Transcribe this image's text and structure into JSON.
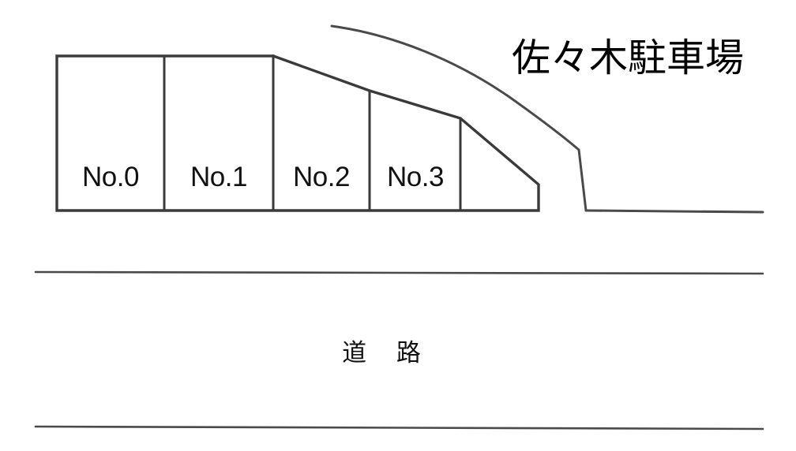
{
  "diagram": {
    "title": "佐々木駐車場",
    "road_label": "道 路",
    "stalls": [
      {
        "label": "No.0"
      },
      {
        "label": "No.1"
      },
      {
        "label": "No.2"
      },
      {
        "label": "No.3"
      },
      {
        "label": ""
      }
    ],
    "colors": {
      "line": "#3a3a3a",
      "boundary": "#4a4a4a",
      "text": "#111111",
      "background": "#ffffff"
    }
  }
}
